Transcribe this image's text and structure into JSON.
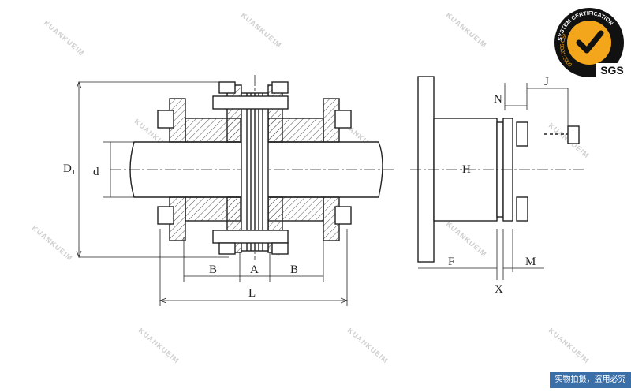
{
  "watermark": {
    "text": "KUANKUEIM"
  },
  "labels": {
    "D1": "D₁",
    "d": "d",
    "B_left": "B",
    "A": "A",
    "B_right": "B",
    "L": "L",
    "H": "H",
    "N": "N",
    "J": "J",
    "F": "F",
    "X": "X",
    "M": "M"
  },
  "badge": {
    "top_text": "SYSTEM CERTIFICATION",
    "side_text": "ISO 9001:2000",
    "brand": "SGS"
  },
  "banner": {
    "text": "实物拍摄，盗用必究"
  },
  "colors": {
    "line": "#222222",
    "hatch": "#555555",
    "badge_orange": "#f3a51b",
    "badge_dark": "#111111",
    "banner": "#3b6fa8"
  }
}
